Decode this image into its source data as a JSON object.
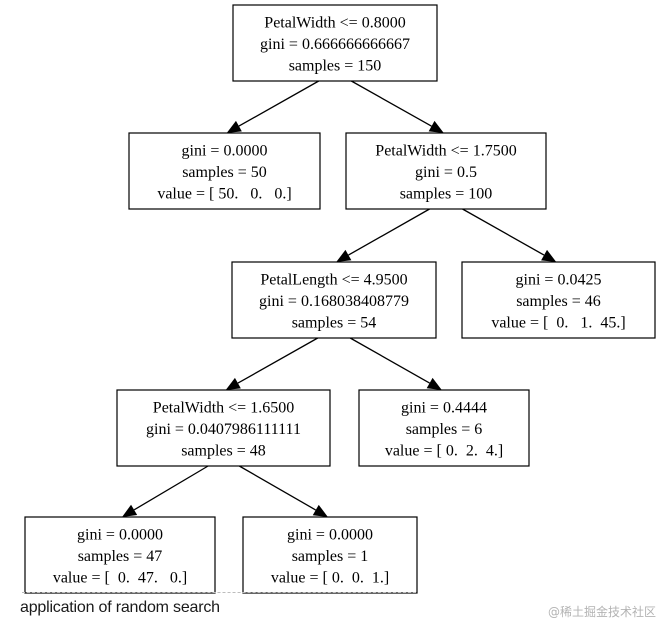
{
  "tree": {
    "nodes": [
      {
        "id": "root",
        "lines": [
          "PetalWidth <= 0.8000",
          "gini = 0.666666666667",
          "samples = 150"
        ]
      },
      {
        "id": "n1",
        "lines": [
          "gini = 0.0000",
          "samples = 50",
          "value = [ 50.   0.   0.]"
        ]
      },
      {
        "id": "n2",
        "lines": [
          "PetalWidth <= 1.7500",
          "gini = 0.5",
          "samples = 100"
        ]
      },
      {
        "id": "n3",
        "lines": [
          "PetalLength <= 4.9500",
          "gini = 0.168038408779",
          "samples = 54"
        ]
      },
      {
        "id": "n4",
        "lines": [
          "gini = 0.0425",
          "samples = 46",
          "value = [  0.   1.  45.]"
        ]
      },
      {
        "id": "n5",
        "lines": [
          "PetalWidth <= 1.6500",
          "gini = 0.0407986111111",
          "samples = 48"
        ]
      },
      {
        "id": "n6",
        "lines": [
          "gini = 0.4444",
          "samples = 6",
          "value = [ 0.  2.  4.]"
        ]
      },
      {
        "id": "n7",
        "lines": [
          "gini = 0.0000",
          "samples = 47",
          "value = [  0.  47.   0.]"
        ]
      },
      {
        "id": "n8",
        "lines": [
          "gini = 0.0000",
          "samples = 1",
          "value = [ 0.  0.  1.]"
        ]
      }
    ],
    "edges": [
      [
        "root",
        "n1"
      ],
      [
        "root",
        "n2"
      ],
      [
        "n2",
        "n3"
      ],
      [
        "n2",
        "n4"
      ],
      [
        "n3",
        "n5"
      ],
      [
        "n3",
        "n6"
      ],
      [
        "n5",
        "n7"
      ],
      [
        "n5",
        "n8"
      ]
    ]
  },
  "caption": "application of random search",
  "watermark": "@稀土掘金技术社区"
}
